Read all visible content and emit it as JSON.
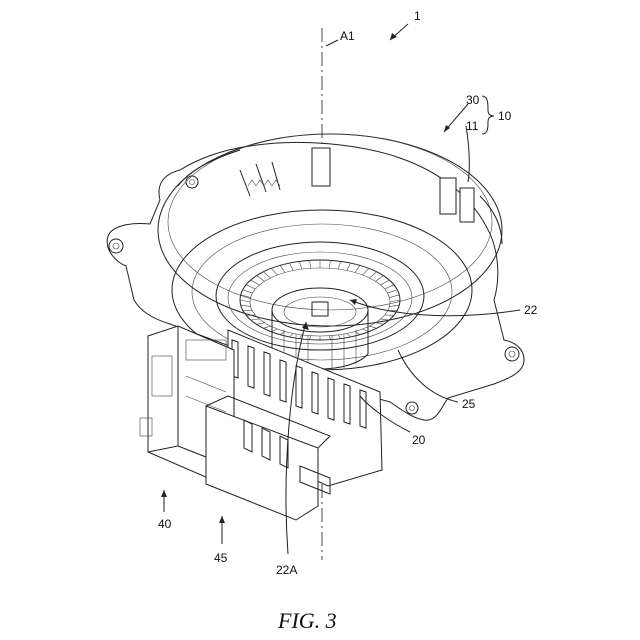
{
  "figure": {
    "caption": "FIG. 3",
    "labels": {
      "ref_1": "1",
      "axis": "A1",
      "ref_30": "30",
      "ref_10": "10",
      "ref_11": "11",
      "ref_22": "22",
      "ref_25": "25",
      "ref_20": "20",
      "ref_40": "40",
      "ref_45": "45",
      "ref_22A": "22A"
    }
  }
}
